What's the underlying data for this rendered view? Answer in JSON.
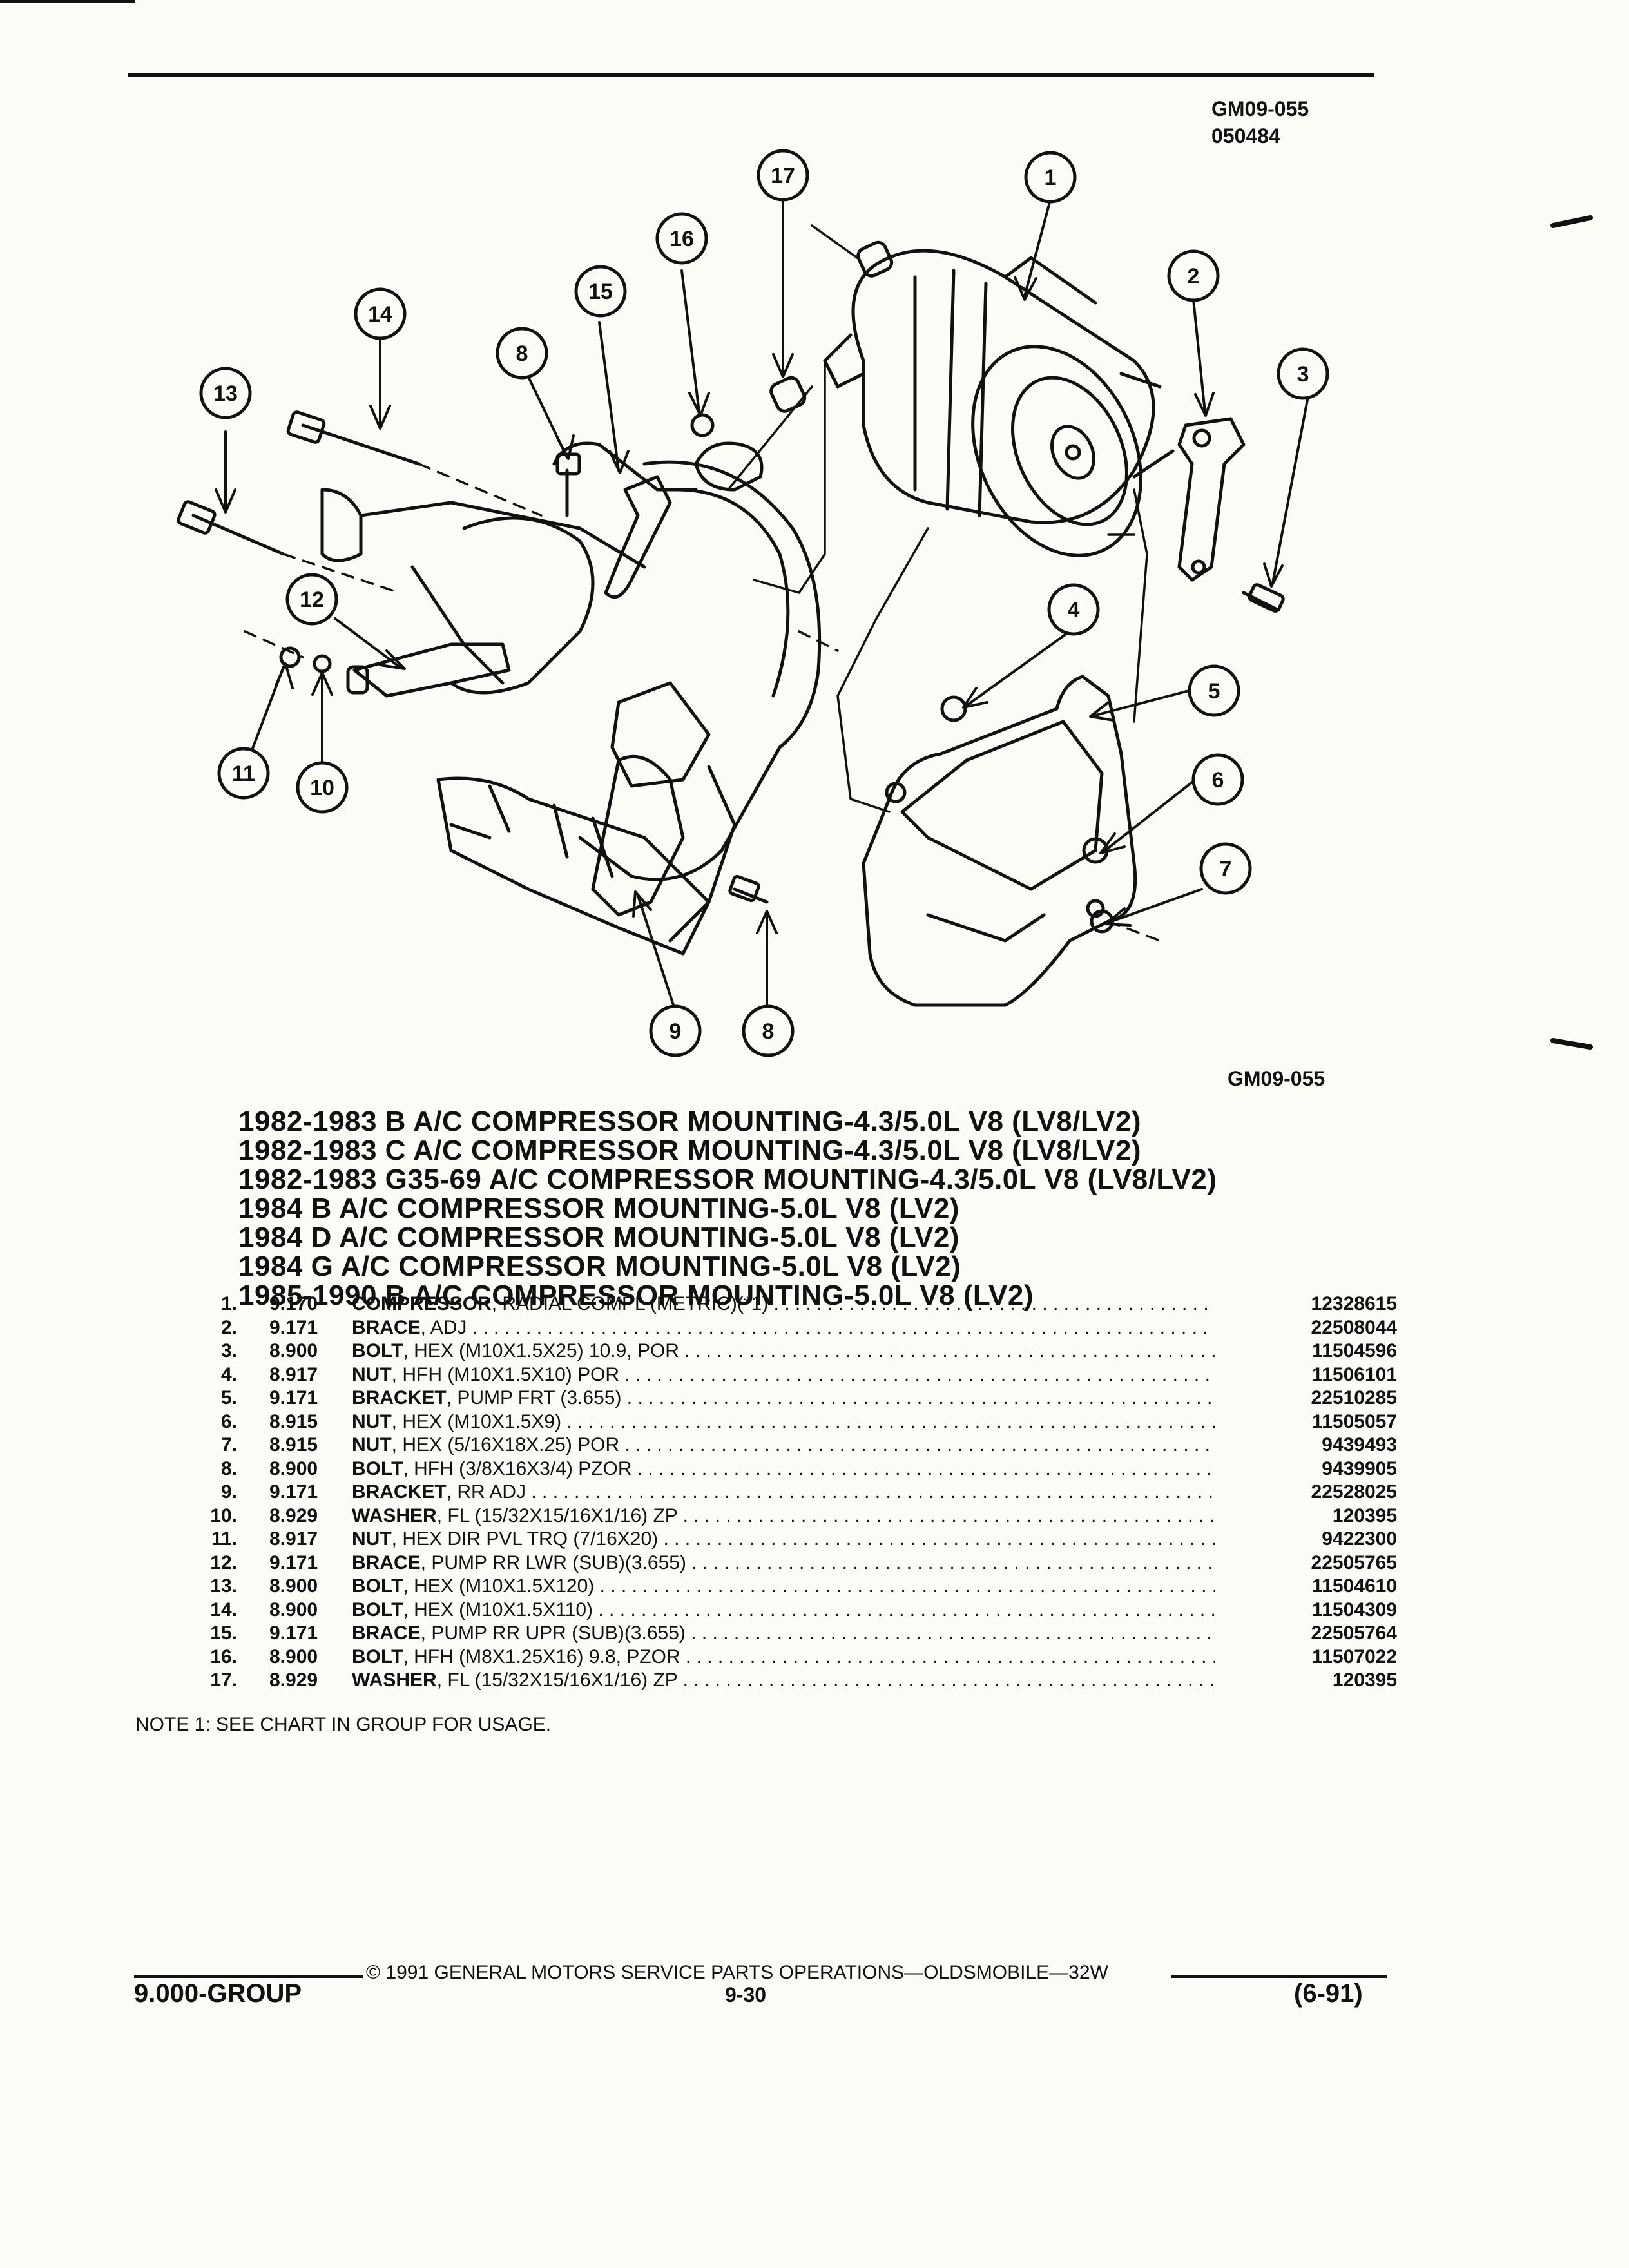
{
  "header": {
    "diagram_code": "GM09-055",
    "date_code": "050484"
  },
  "diagram": {
    "caption": "GM09-055",
    "callouts": [
      "1",
      "2",
      "3",
      "4",
      "5",
      "6",
      "7",
      "8",
      "9",
      "10",
      "11",
      "12",
      "13",
      "14",
      "15",
      "16",
      "17",
      "8"
    ]
  },
  "titles": [
    "1982-1983 B A/C COMPRESSOR MOUNTING-4.3/5.0L V8 (LV8/LV2)",
    "1982-1983 C A/C COMPRESSOR MOUNTING-4.3/5.0L V8 (LV8/LV2)",
    "1982-1983 G35-69 A/C COMPRESSOR MOUNTING-4.3/5.0L V8 (LV8/LV2)",
    "1984 B A/C COMPRESSOR MOUNTING-5.0L V8 (LV2)",
    "1984 D A/C COMPRESSOR MOUNTING-5.0L V8 (LV2)",
    "1984 G A/C COMPRESSOR MOUNTING-5.0L V8 (LV2)",
    "1985-1990 B A/C COMPRESSOR MOUNTING-5.0L V8 (LV2)"
  ],
  "parts": [
    {
      "idx": "1.",
      "group": "9.170",
      "name": "COMPRESSOR",
      "desc": ", RADIAL COMPL (METRIC)(*1)",
      "number": "12328615"
    },
    {
      "idx": "2.",
      "group": "9.171",
      "name": "BRACE",
      "desc": ", ADJ",
      "number": "22508044"
    },
    {
      "idx": "3.",
      "group": "8.900",
      "name": "BOLT",
      "desc": ", HEX (M10X1.5X25) 10.9, POR",
      "number": "11504596"
    },
    {
      "idx": "4.",
      "group": "8.917",
      "name": "NUT",
      "desc": ", HFH (M10X1.5X10) POR",
      "number": "11506101"
    },
    {
      "idx": "5.",
      "group": "9.171",
      "name": "BRACKET",
      "desc": ", PUMP FRT (3.655)",
      "number": "22510285"
    },
    {
      "idx": "6.",
      "group": "8.915",
      "name": "NUT",
      "desc": ", HEX (M10X1.5X9)",
      "number": "11505057"
    },
    {
      "idx": "7.",
      "group": "8.915",
      "name": "NUT",
      "desc": ", HEX (5/16X18X.25) POR",
      "number": "9439493"
    },
    {
      "idx": "8.",
      "group": "8.900",
      "name": "BOLT",
      "desc": ", HFH (3/8X16X3/4) PZOR",
      "number": "9439905"
    },
    {
      "idx": "9.",
      "group": "9.171",
      "name": "BRACKET",
      "desc": ", RR ADJ",
      "number": "22528025"
    },
    {
      "idx": "10.",
      "group": "8.929",
      "name": "WASHER",
      "desc": ", FL (15/32X15/16X1/16) ZP",
      "number": "120395"
    },
    {
      "idx": "11.",
      "group": "8.917",
      "name": "NUT",
      "desc": ", HEX DIR PVL TRQ (7/16X20)",
      "number": "9422300"
    },
    {
      "idx": "12.",
      "group": "9.171",
      "name": "BRACE",
      "desc": ", PUMP RR LWR (SUB)(3.655)",
      "number": "22505765"
    },
    {
      "idx": "13.",
      "group": "8.900",
      "name": "BOLT",
      "desc": ", HEX (M10X1.5X120)",
      "number": "11504610"
    },
    {
      "idx": "14.",
      "group": "8.900",
      "name": "BOLT",
      "desc": ", HEX (M10X1.5X110)",
      "number": "11504309"
    },
    {
      "idx": "15.",
      "group": "9.171",
      "name": "BRACE",
      "desc": ", PUMP RR UPR (SUB)(3.655)",
      "number": "22505764"
    },
    {
      "idx": "16.",
      "group": "8.900",
      "name": "BOLT",
      "desc": ", HFH (M8X1.25X16) 9.8, PZOR",
      "number": "11507022"
    },
    {
      "idx": "17.",
      "group": "8.929",
      "name": "WASHER",
      "desc": ", FL (15/32X15/16X1/16) ZP",
      "number": "120395"
    }
  ],
  "note": "NOTE 1: SEE CHART IN GROUP FOR USAGE.",
  "footer": {
    "copyright": "© 1991 GENERAL MOTORS SERVICE PARTS OPERATIONS—OLDSMOBILE—32W",
    "group": "9.000-GROUP",
    "page": "9-30",
    "revision": "(6-91)"
  }
}
